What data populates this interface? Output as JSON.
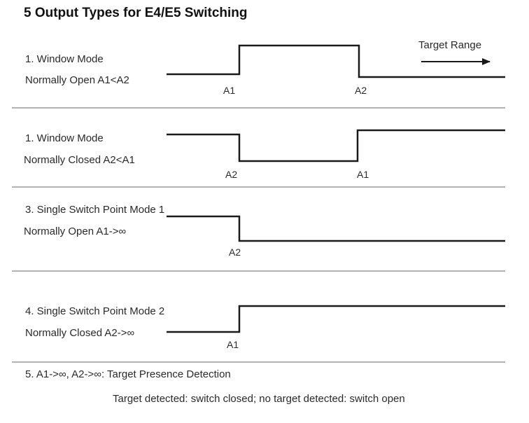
{
  "title": "5 Output Types for E4/E5 Switching",
  "target_range_label": "Target Range",
  "colors": {
    "line": "#1a1a1a",
    "divider": "#9a9a9a",
    "background": "#ffffff"
  },
  "modes": [
    {
      "heading": "1. Window Mode",
      "subheading": "Normally Open A1<A2",
      "labels": [
        "A1",
        "A2"
      ]
    },
    {
      "heading": "1. Window Mode",
      "subheading": "Normally Closed A2<A1",
      "labels": [
        "A2",
        "A1"
      ]
    },
    {
      "heading": "3. Single Switch Point Mode 1",
      "subheading": "Normally Open A1->∞",
      "labels": [
        "A2"
      ]
    },
    {
      "heading": "4. Single Switch Point Mode 2",
      "subheading": "Normally Closed A2->∞",
      "labels": [
        "A1"
      ]
    }
  ],
  "footer": {
    "heading": "5. A1->∞, A2->∞: Target Presence Detection",
    "note": "Target detected: switch closed; no target detected: switch open"
  }
}
